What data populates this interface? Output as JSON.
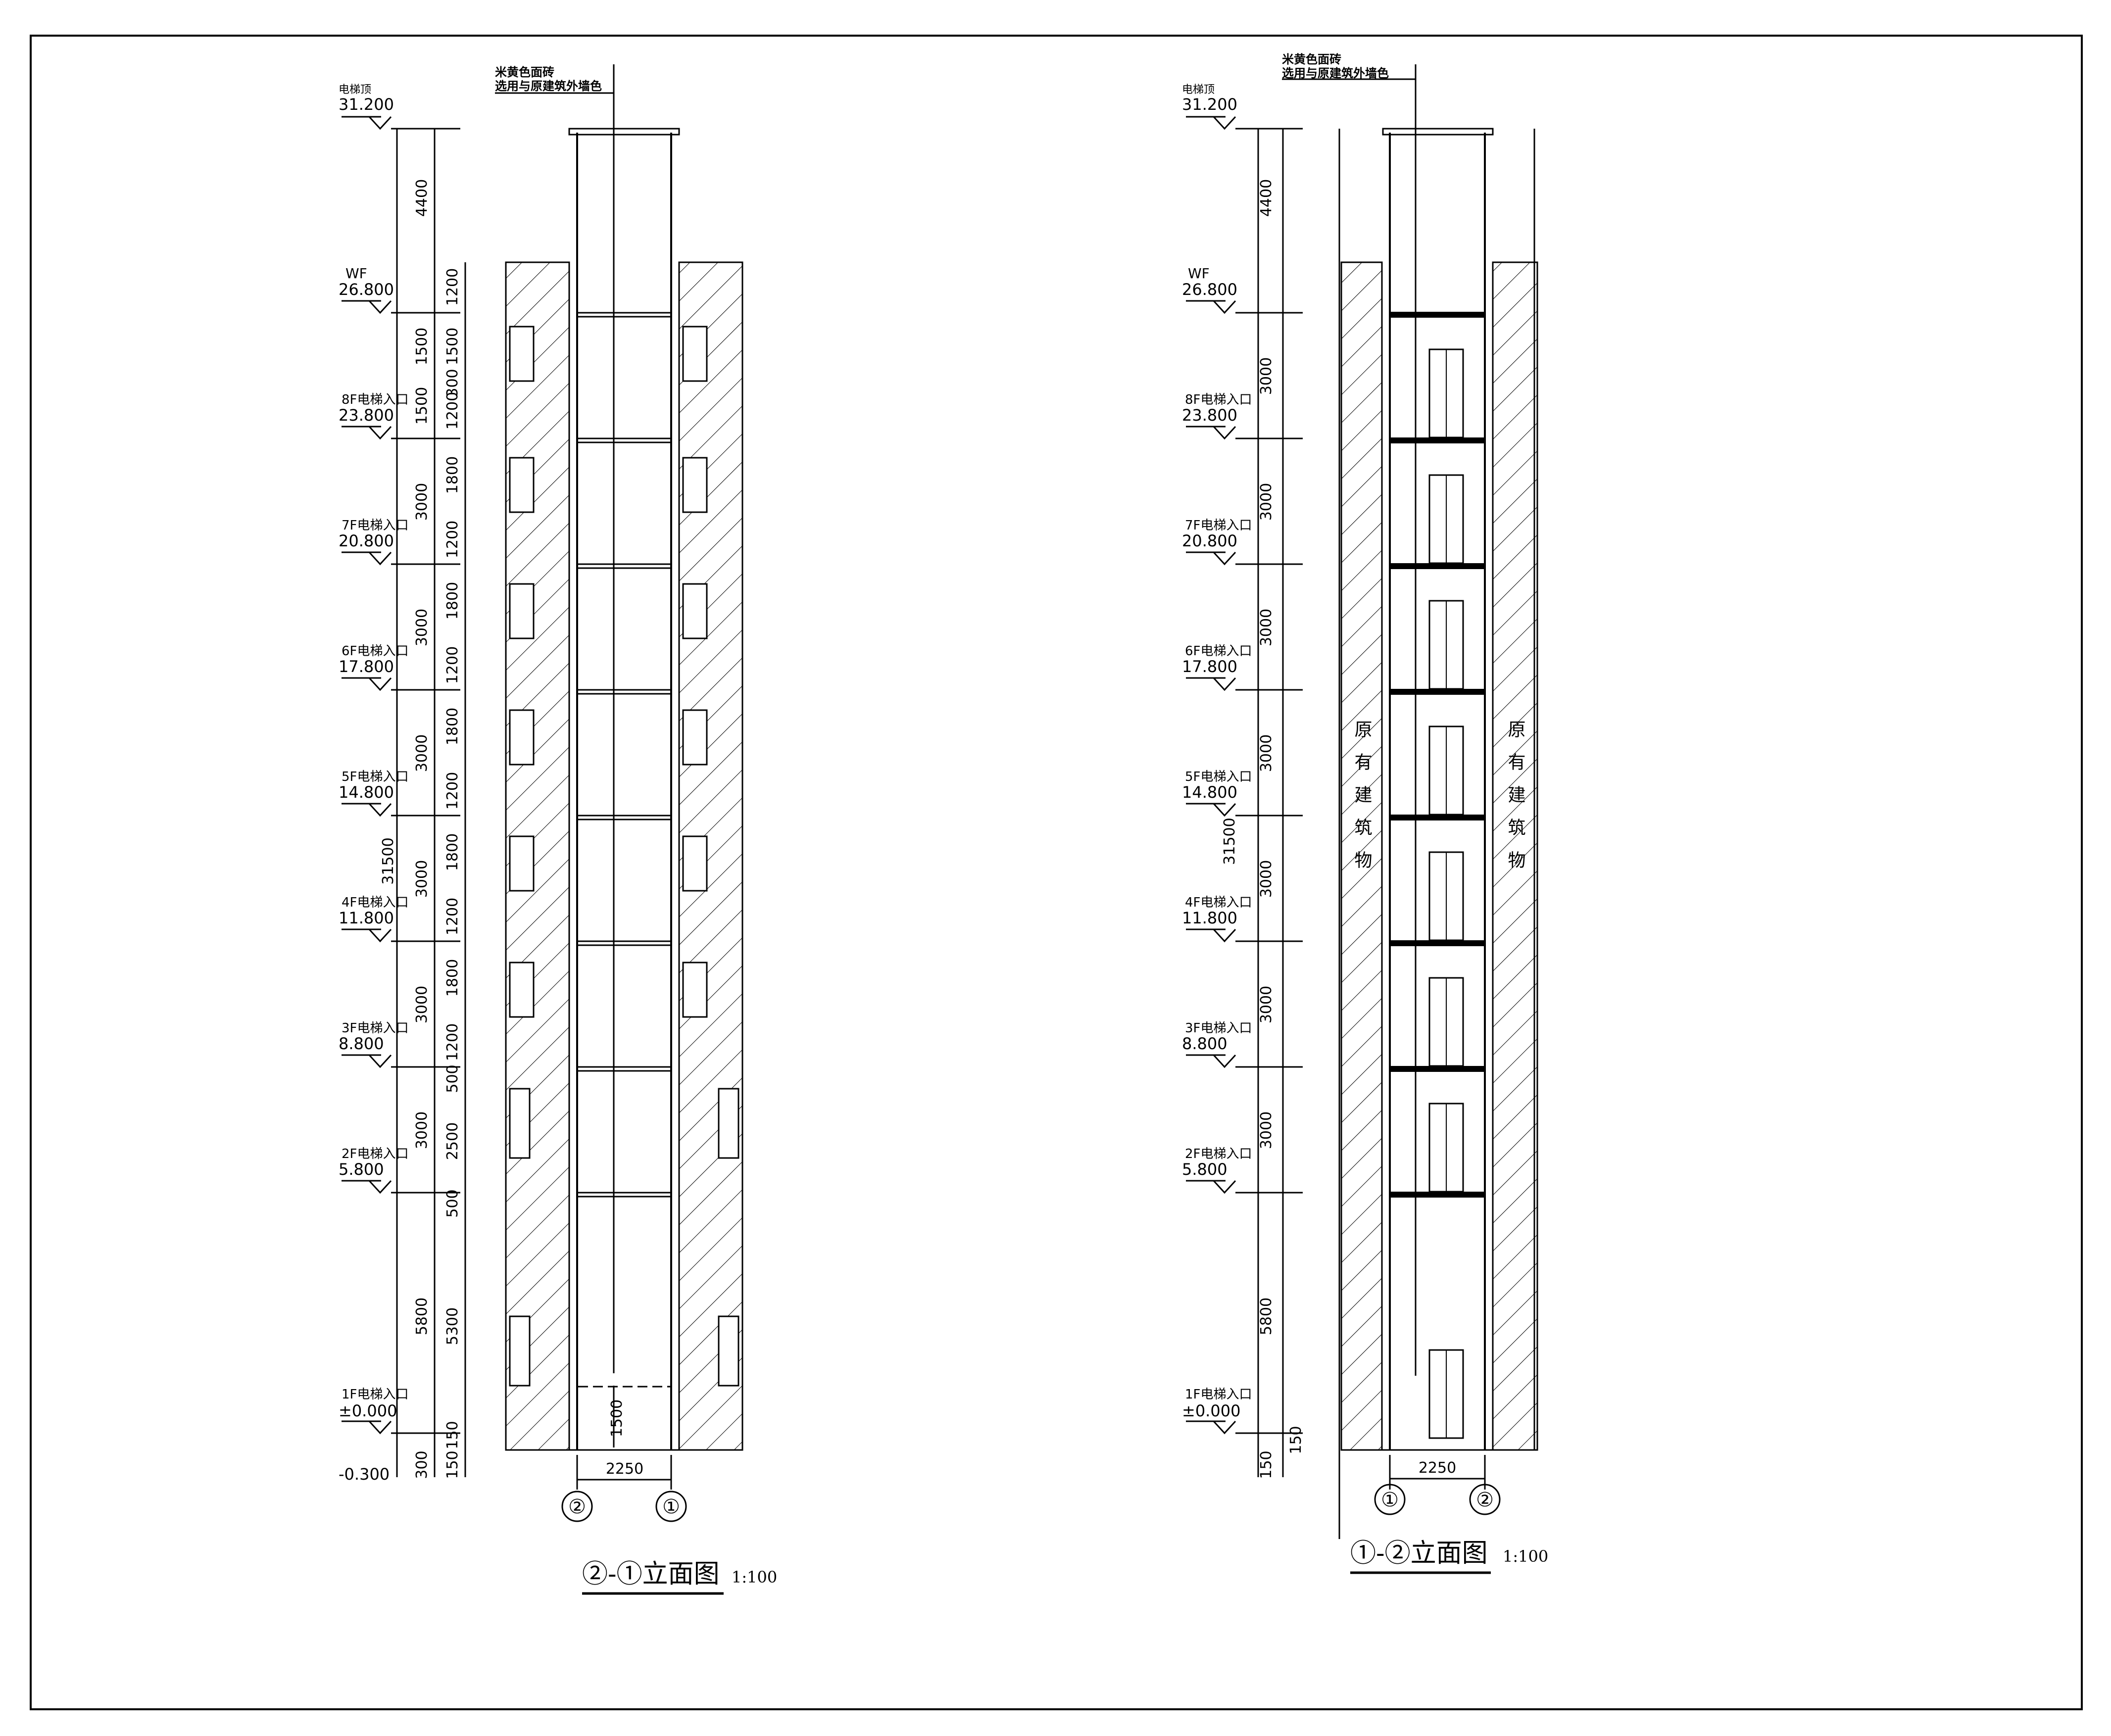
{
  "levels": [
    {
      "name": "电梯顶",
      "elev": "31.200"
    },
    {
      "name": "WF",
      "elev": "26.800"
    },
    {
      "name": "8F电梯入口",
      "elev": "23.800"
    },
    {
      "name": "7F电梯入口",
      "elev": "20.800"
    },
    {
      "name": "6F电梯入口",
      "elev": "17.800"
    },
    {
      "name": "5F电梯入口",
      "elev": "14.800"
    },
    {
      "name": "4F电梯入口",
      "elev": "11.800"
    },
    {
      "name": "3F电梯入口",
      "elev": "8.800"
    },
    {
      "name": "2F电梯入口",
      "elev": "5.800"
    },
    {
      "name": "1F电梯入口",
      "elev": "±0.000"
    }
  ],
  "pit_elev": "-0.300",
  "material_note": {
    "line1": "米黄色面砖",
    "line2": "选用与原建筑外墙色"
  },
  "existing_building_label": "原有建筑物",
  "left_view": {
    "title": "②-①立面图",
    "scale": "1:100",
    "axis_left": "②",
    "axis_right": "①",
    "width_dim": "2250",
    "pit_dim": "1500",
    "story_dims": [
      "4400",
      "1500",
      "1500",
      "3000",
      "3000",
      "3000",
      "3000",
      "3000",
      "3000",
      "5800",
      "300"
    ],
    "total_dim": "31500",
    "detail_dims": [
      "1200",
      "1500",
      "300",
      "1200",
      "1800",
      "1200",
      "1800",
      "1200",
      "1800",
      "1200",
      "1800",
      "1200",
      "1800",
      "1200",
      "500",
      "2500",
      "500",
      "5300",
      "150",
      "150"
    ]
  },
  "right_view": {
    "title": "①-②立面图",
    "scale": "1:100",
    "axis_left": "①",
    "axis_right": "②",
    "width_dim": "2250",
    "story_dims": [
      "4400",
      "3000",
      "3000",
      "3000",
      "3000",
      "3000",
      "3000",
      "3000",
      "5800",
      "150"
    ],
    "total_dim": "31500",
    "detail_dims": [
      "150"
    ]
  }
}
